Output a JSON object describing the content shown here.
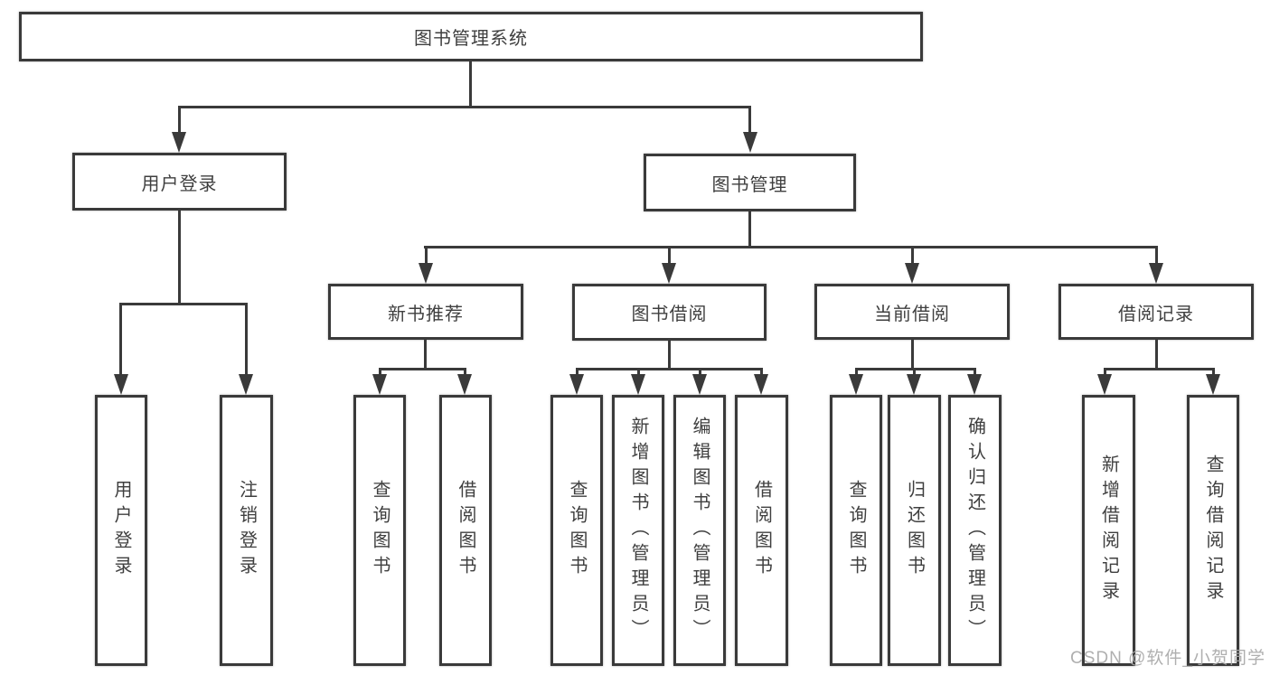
{
  "diagram": {
    "type": "hierarchy",
    "hierarchy": {
      "label": "图书管理系统",
      "children": [
        {
          "label": "用户登录",
          "children": [
            {
              "label": "用户登录"
            },
            {
              "label": "注销登录"
            }
          ]
        },
        {
          "label": "图书管理",
          "children": [
            {
              "label": "新书推荐",
              "children": [
                {
                  "label": "查询图书"
                },
                {
                  "label": "借阅图书"
                }
              ]
            },
            {
              "label": "图书借阅",
              "children": [
                {
                  "label": "查询图书"
                },
                {
                  "label": "新增图书（管理员）"
                },
                {
                  "label": "编辑图书（管理员）"
                },
                {
                  "label": "借阅图书"
                }
              ]
            },
            {
              "label": "当前借阅",
              "children": [
                {
                  "label": "查询图书"
                },
                {
                  "label": "归还图书"
                },
                {
                  "label": "确认归还（管理员）"
                }
              ]
            },
            {
              "label": "借阅记录",
              "children": [
                {
                  "label": "新增借阅记录"
                },
                {
                  "label": "查询借阅记录"
                }
              ]
            }
          ]
        }
      ]
    },
    "colors": {
      "line": "#3a3a3a",
      "text": "#3f3f3f",
      "box_background": "#ffffff",
      "page_background": "#ffffff"
    }
  },
  "watermark": {
    "text": "CSDN @软件_小贺同学",
    "color": "#a8a8a8"
  }
}
